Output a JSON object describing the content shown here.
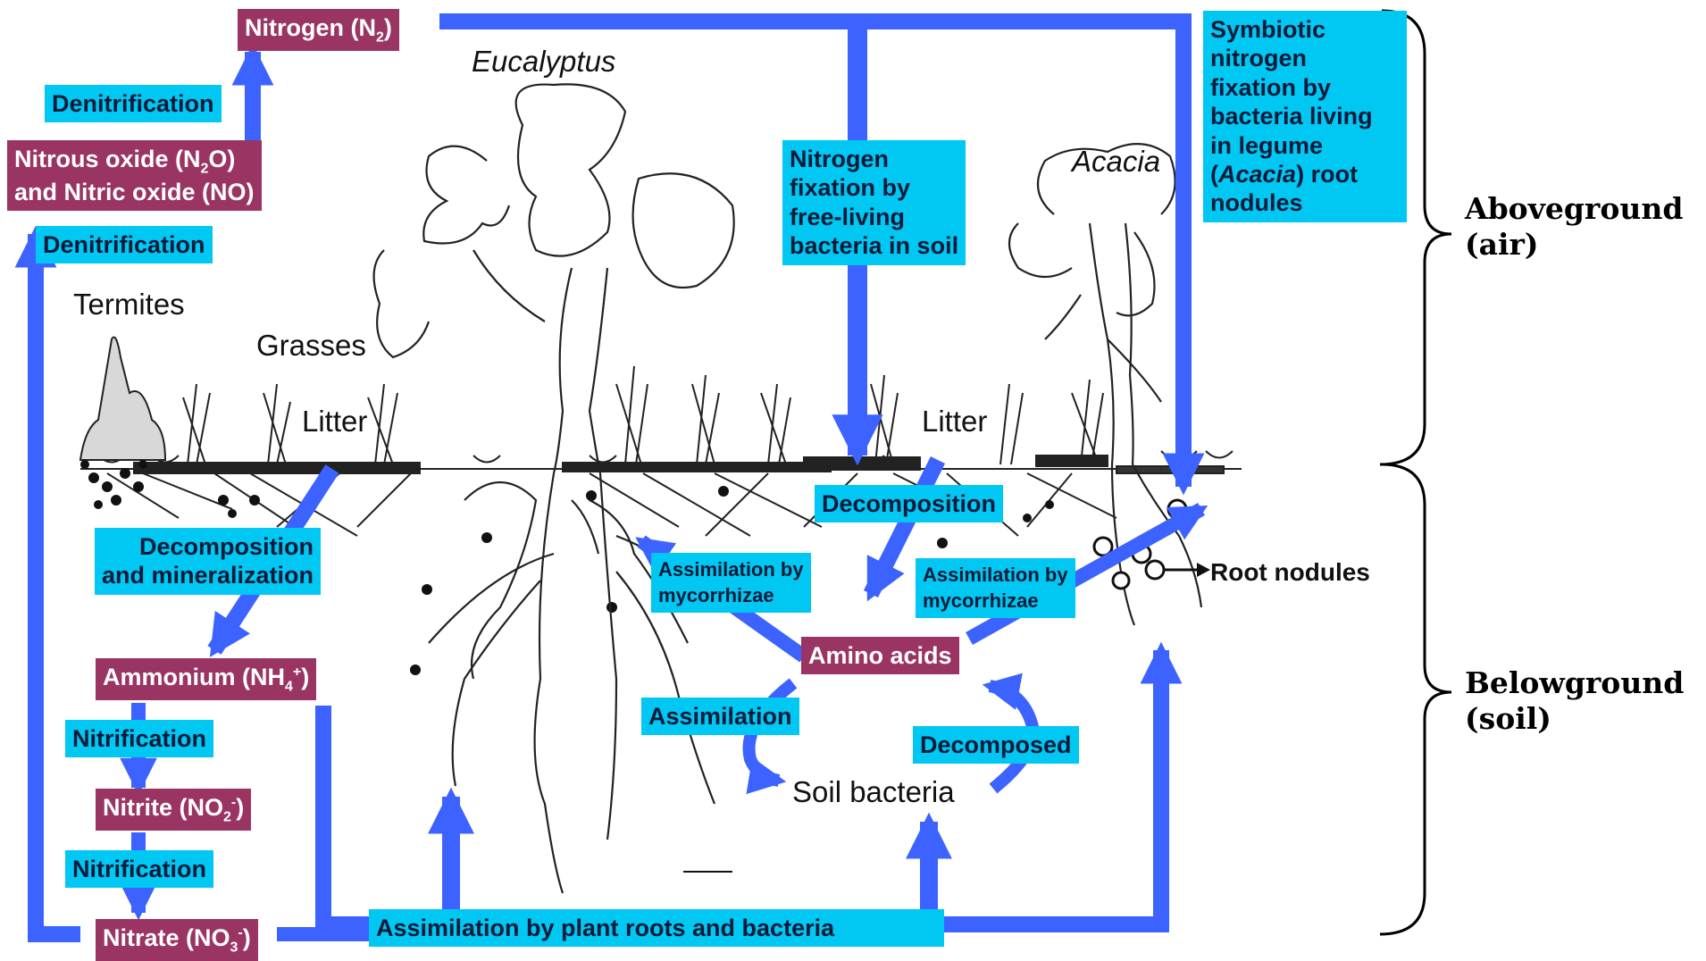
{
  "species": {
    "eucalyptus": "Eucalyptus",
    "acacia": "Acacia",
    "termites": "Termites",
    "grasses": "Grasses"
  },
  "litter": [
    "Litter",
    "Litter"
  ],
  "compounds": {
    "n2": {
      "base": "Nitrogen (N",
      "sub": "2",
      "end": ")"
    },
    "n2o_line1": {
      "base": "Nitrous oxide (N",
      "sub": "2",
      "end": "O)"
    },
    "n2o_line2": "and Nitric oxide (NO)",
    "ammonium": {
      "base": "Ammonium (NH",
      "sub": "4",
      "sup": "+",
      "end": ")"
    },
    "nitrite": {
      "base": "Nitrite (NO",
      "sub": "2",
      "sup": "-",
      "end": ")"
    },
    "nitrate": {
      "base": "Nitrate (NO",
      "sub": "3",
      "sup": "-",
      "end": ")"
    },
    "amino_acids": "Amino acids"
  },
  "processes": {
    "denitrification_top": "Denitrification",
    "denitrification_mid": "Denitrification",
    "decomp_mineral": [
      "Decomposition",
      "and mineralization"
    ],
    "nitrification_1": "Nitrification",
    "nitrification_2": "Nitrification",
    "free_living": [
      "Nitrogen",
      "fixation by",
      "free-living",
      "bacteria in soil"
    ],
    "symbiotic": [
      "Symbiotic",
      "nitrogen",
      "fixation by",
      "bacteria living",
      "in legume",
      "Acacia",
      "nodules"
    ],
    "symbiotic_paren_open": "(",
    "symbiotic_paren_close": ") root",
    "decomposition": "Decomposition",
    "assim_myco_left": [
      "Assimilation by",
      "mycorrhizae"
    ],
    "assim_myco_right": [
      "Assimilation by",
      "mycorrhizae"
    ],
    "assimilation": "Assimilation",
    "decomposed": "Decomposed",
    "assim_roots": "Assimilation by plant roots and bacteria"
  },
  "soil_bacteria": "Soil bacteria",
  "root_nodules": "Root nodules",
  "zones": {
    "above": [
      "Aboveground",
      "(air)"
    ],
    "below": [
      "Belowground",
      "(soil)"
    ]
  },
  "colors": {
    "arrow": "#3c63ff",
    "process_box": "#00c8f2",
    "compound_box": "#9a3563",
    "sketch": "#222222"
  }
}
